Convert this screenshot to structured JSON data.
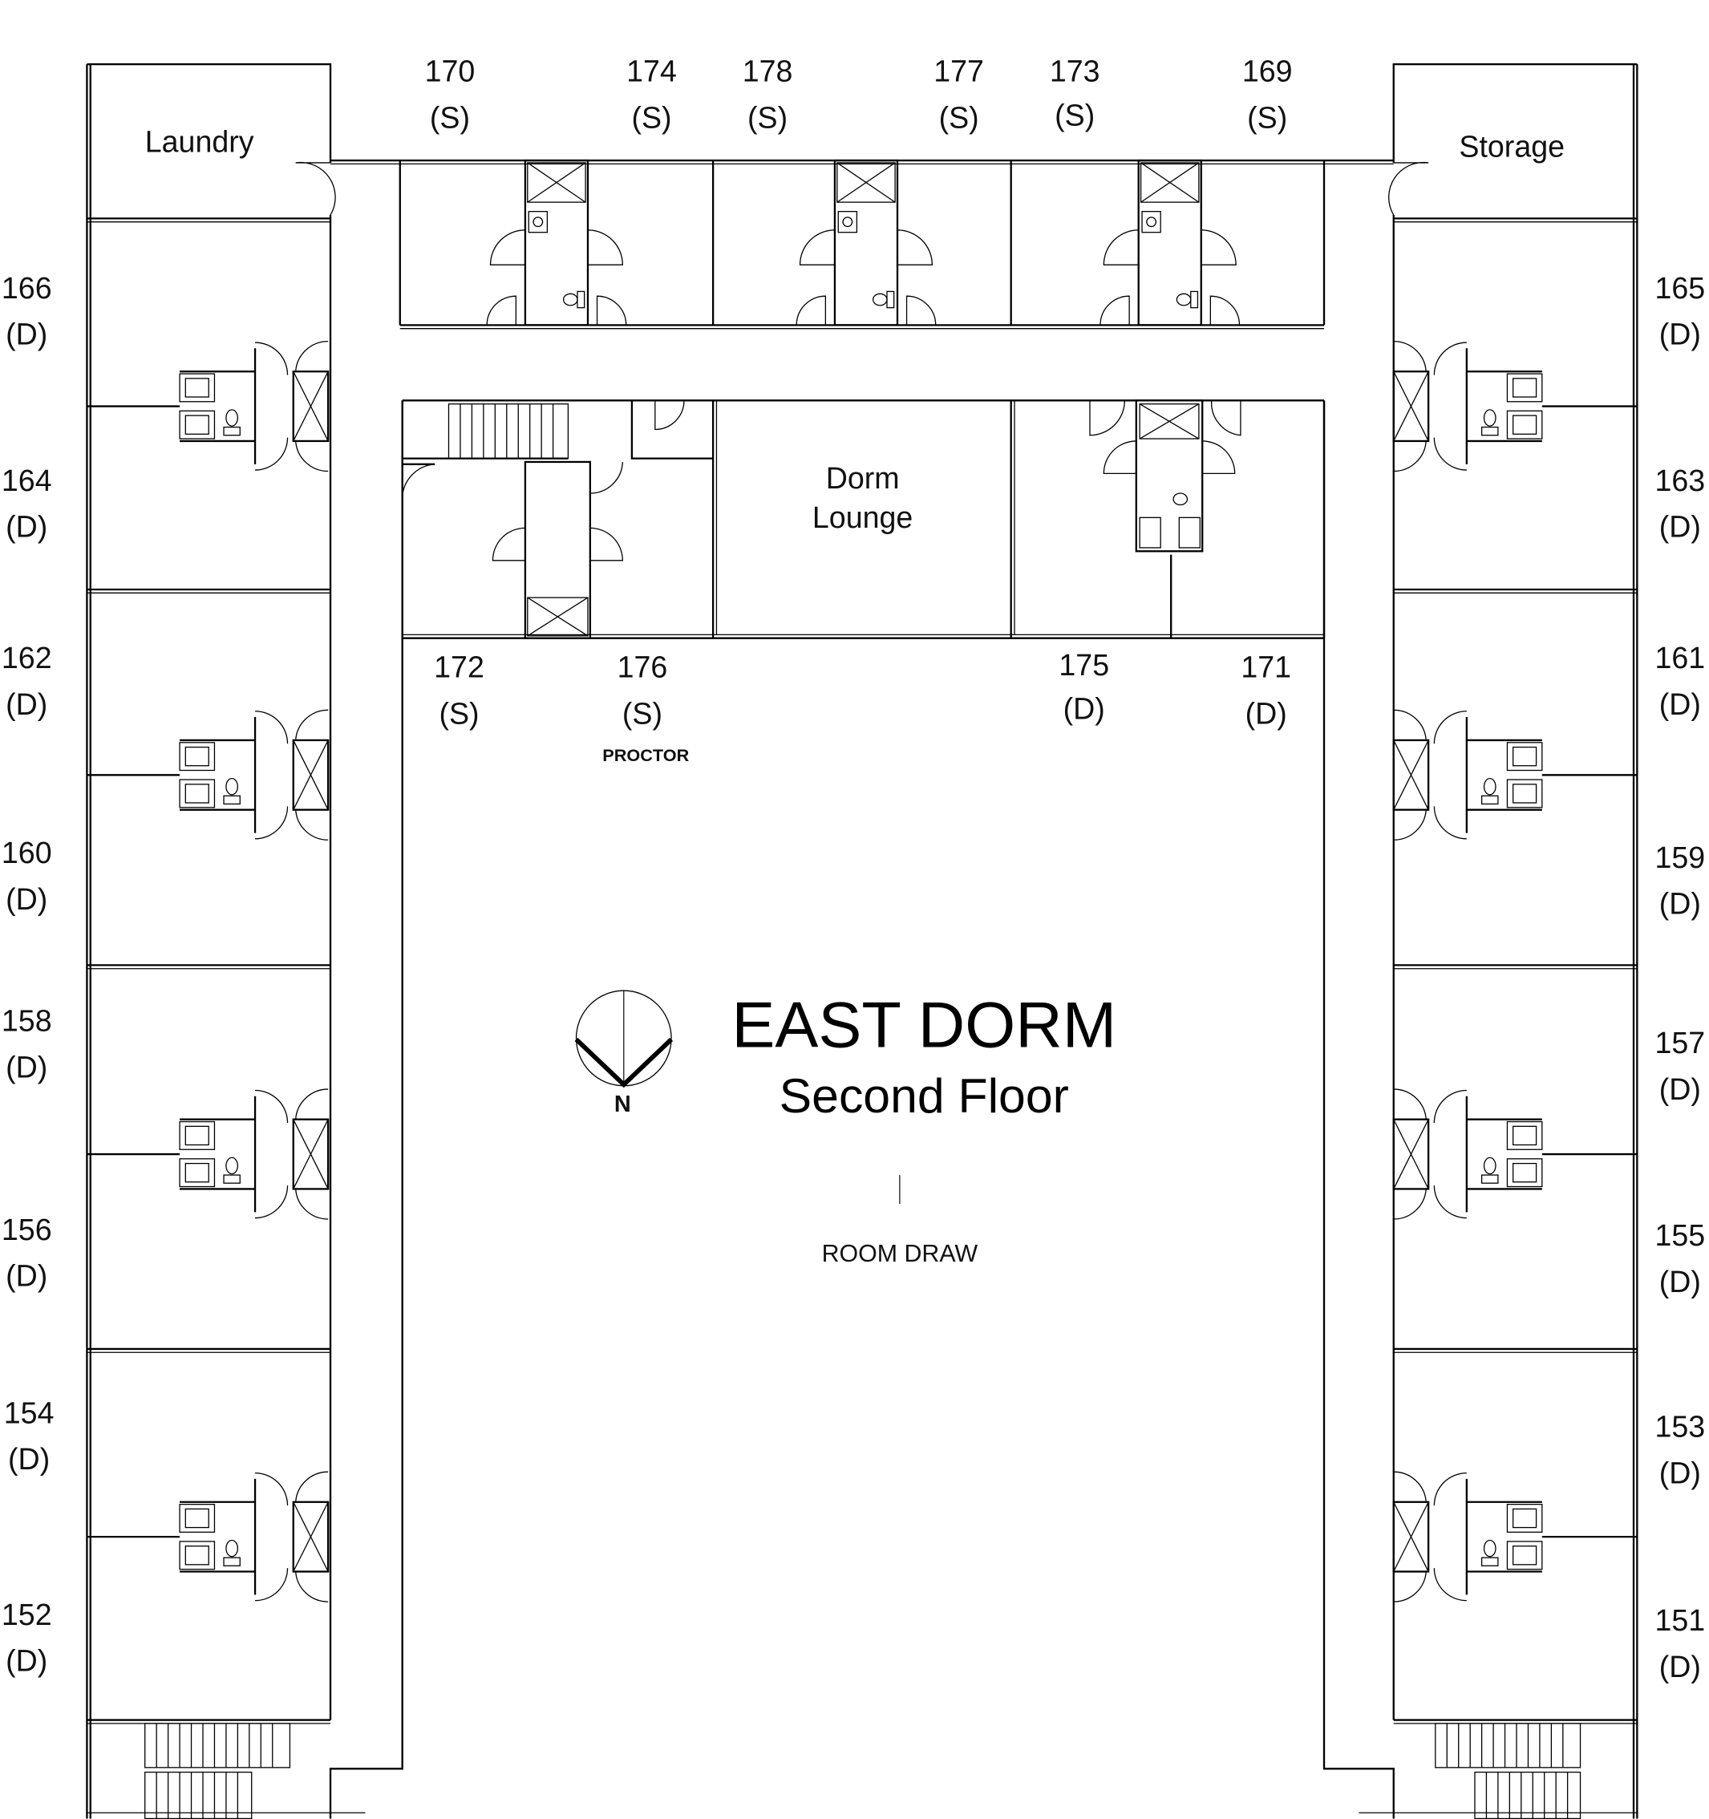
{
  "title": "EAST DORM",
  "subtitle": "Second Floor",
  "north_label": "N",
  "room_draw": "ROOM DRAW",
  "proctor": "PROCTOR",
  "named_rooms": {
    "laundry": "Laundry",
    "storage": "Storage",
    "lounge_line1": "Dorm",
    "lounge_line2": "Lounge"
  },
  "top_rooms": [
    {
      "number": "170",
      "type": "(S)"
    },
    {
      "number": "174",
      "type": "(S)"
    },
    {
      "number": "178",
      "type": "(S)"
    },
    {
      "number": "177",
      "type": "(S)"
    },
    {
      "number": "173",
      "type": "(S)"
    },
    {
      "number": "169",
      "type": "(S)"
    }
  ],
  "left_rooms": [
    {
      "number": "166",
      "type": "(D)"
    },
    {
      "number": "164",
      "type": "(D)"
    },
    {
      "number": "162",
      "type": "(D)"
    },
    {
      "number": "160",
      "type": "(D)"
    },
    {
      "number": "158",
      "type": "(D)"
    },
    {
      "number": "156",
      "type": "(D)"
    },
    {
      "number": "154",
      "type": "(D)"
    },
    {
      "number": "152",
      "type": "(D)"
    }
  ],
  "right_rooms": [
    {
      "number": "165",
      "type": "(D)"
    },
    {
      "number": "163",
      "type": "(D)"
    },
    {
      "number": "161",
      "type": "(D)"
    },
    {
      "number": "159",
      "type": "(D)"
    },
    {
      "number": "157",
      "type": "(D)"
    },
    {
      "number": "155",
      "type": "(D)"
    },
    {
      "number": "153",
      "type": "(D)"
    },
    {
      "number": "151",
      "type": "(D)"
    }
  ],
  "inner_rooms": [
    {
      "number": "172",
      "type": "(S)"
    },
    {
      "number": "176",
      "type": "(S)"
    },
    {
      "number": "175",
      "type": "(D)"
    },
    {
      "number": "171",
      "type": "(D)"
    }
  ]
}
